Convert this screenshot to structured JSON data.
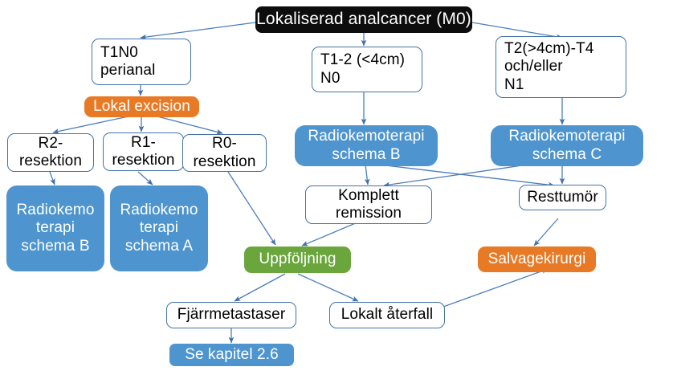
{
  "diagram": {
    "title": "Lokaliserad analcancer (M0)",
    "language": "sv",
    "colors": {
      "title_bg": "#0d0d0d",
      "blue": "#4e95cf",
      "orange": "#e87a26",
      "green": "#6aa63c",
      "outline": "#4472a8",
      "text_dark": "#000000",
      "text_light": "#ffffff"
    },
    "nodes": [
      {
        "id": "root",
        "label": "Lokaliserad analcancer (M0)",
        "style": "title"
      },
      {
        "id": "t1n0",
        "label": "T1N0\nperianal",
        "style": "plain"
      },
      {
        "id": "t12",
        "label": "T1-2 (<4cm)\nN0",
        "style": "plain"
      },
      {
        "id": "t2t4",
        "label": "T2(>4cm)-T4\noch/eller\nN1",
        "style": "plain"
      },
      {
        "id": "lokalexc",
        "label": "Lokal excision",
        "style": "orange"
      },
      {
        "id": "r2",
        "label": "R2-\nresektion",
        "style": "plain"
      },
      {
        "id": "r1",
        "label": "R1-\nresektion",
        "style": "plain"
      },
      {
        "id": "r0",
        "label": "R0-\nresektion",
        "style": "plain"
      },
      {
        "id": "rktB_left",
        "label": "Radiokemo\nterapi\nschema B",
        "style": "blue"
      },
      {
        "id": "rktA_left",
        "label": "Radiokemo\nterapi\nschema A",
        "style": "blue"
      },
      {
        "id": "rktB",
        "label": "Radiokemoterapi\nschema B",
        "style": "blue"
      },
      {
        "id": "rktC",
        "label": "Radiokemoterapi\nschema C",
        "style": "blue"
      },
      {
        "id": "komplett",
        "label": "Komplett\nremission",
        "style": "plain"
      },
      {
        "id": "resttumor",
        "label": "Resttumör",
        "style": "plain"
      },
      {
        "id": "uppfoljning",
        "label": "Uppföljning",
        "style": "green"
      },
      {
        "id": "salvage",
        "label": "Salvagekirurgi",
        "style": "orange"
      },
      {
        "id": "fjarr",
        "label": "Fjärrmetastaser",
        "style": "plain"
      },
      {
        "id": "lokalt",
        "label": "Lokalt återfall",
        "style": "plain"
      },
      {
        "id": "kapitel",
        "label": "Se kapitel 2.6",
        "style": "blue-small"
      }
    ],
    "edges": [
      {
        "from": "root",
        "to": "t1n0"
      },
      {
        "from": "root",
        "to": "t12"
      },
      {
        "from": "root",
        "to": "t2t4"
      },
      {
        "from": "t1n0",
        "to": "lokalexc"
      },
      {
        "from": "lokalexc",
        "to": "r2"
      },
      {
        "from": "lokalexc",
        "to": "r1"
      },
      {
        "from": "lokalexc",
        "to": "r0"
      },
      {
        "from": "r2",
        "to": "rktB_left"
      },
      {
        "from": "r1",
        "to": "rktA_left"
      },
      {
        "from": "r0",
        "to": "uppfoljning"
      },
      {
        "from": "t12",
        "to": "rktB"
      },
      {
        "from": "t2t4",
        "to": "rktC"
      },
      {
        "from": "rktB",
        "to": "komplett"
      },
      {
        "from": "rktB",
        "to": "resttumor"
      },
      {
        "from": "rktC",
        "to": "komplett"
      },
      {
        "from": "rktC",
        "to": "resttumor"
      },
      {
        "from": "komplett",
        "to": "uppfoljning"
      },
      {
        "from": "resttumor",
        "to": "salvage"
      },
      {
        "from": "uppfoljning",
        "to": "fjarr"
      },
      {
        "from": "uppfoljning",
        "to": "lokalt"
      },
      {
        "from": "lokalt",
        "to": "salvage"
      },
      {
        "from": "fjarr",
        "to": "kapitel"
      }
    ]
  }
}
